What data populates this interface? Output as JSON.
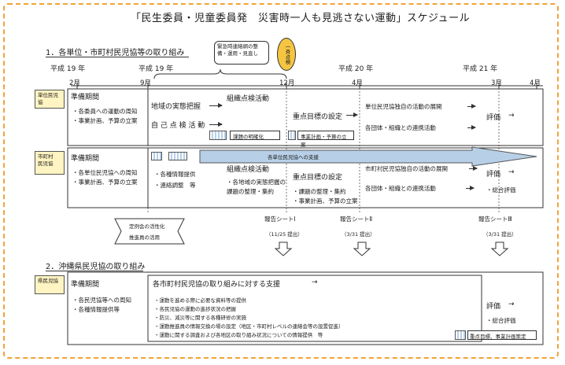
{
  "title": "「民生委員・児童委員発　災害時一人も見逃さない運動」スケジュール",
  "section1": "1．各単位・市町村民児協等の取り組み",
  "section2": "2．沖縄県民児協の取り組み",
  "years": [
    "平成 19 年",
    "平成 19 年",
    "平成 20 年",
    "平成 21 年"
  ],
  "months": [
    "2月",
    "9月",
    "12月",
    "4月",
    "3月",
    "4月"
  ],
  "callout_bubble": "緊急時連絡網の整備・運用・見直し",
  "callout_oval": "一斉点検",
  "row1": {
    "doc_label": "単位民児協",
    "prep_title": "準備期間",
    "prep_items": [
      "・各委員への運動の周知",
      "・事業計画、予算の立案"
    ],
    "left_items": [
      "地域の実態把握",
      "自 己 点 検 活 動"
    ],
    "patrol": "組織点検活動",
    "priority": "重点目標の設定",
    "clarify": "課題の明確化",
    "plan": "事業計画・予算の立案",
    "right_items": [
      "単位民児協独自の活動の展開",
      "各団体・組織との連携活動"
    ],
    "eval": "評価"
  },
  "row2": {
    "doc_labels": [
      "市町村",
      "民児協"
    ],
    "prep_title": "準備期間",
    "prep_items": [
      "・各単位民児協への周知",
      "・事業計画、予算の立案"
    ],
    "band_label": "各単位民児協への支援",
    "left_items": [
      "・各種情報提供",
      "・連絡調整　等"
    ],
    "patrol": "組織点検活動",
    "patrol_sub": [
      "・各地域の実態把握の",
      "課題の整理・集約"
    ],
    "priority": "重点目標の設定",
    "priority_sub": [
      "・課題の整理・集約",
      "・事業計画、予算の立案"
    ],
    "right_items": [
      "市町村民児協独自の活動の展開",
      "各団体・組織との連携活動"
    ],
    "eval": "評価",
    "eval_sub": "・総合評価"
  },
  "banner": [
    "定例会の活性化",
    "推進員の活用"
  ],
  "reports": [
    {
      "label": "報告シートⅠ",
      "date": "（11/25 提出）"
    },
    {
      "label": "報告シートⅡ",
      "date": "（3/31 提出）"
    },
    {
      "label": "報告シートⅢ",
      "date": "（3/31 提出）"
    }
  ],
  "row3": {
    "doc_label": "県民児協",
    "prep_title": "準備期間",
    "prep_items": [
      "・各民児協等への周知",
      "・各種情報提供等"
    ],
    "support_title": "各市町村民児協の取り組みに対する支援",
    "support_items": [
      "・運動を進める際に必要な資料等の提供",
      "・各民児協の運動の進捗状況の把握",
      "・防災、減災等に関する各種研修の実施",
      "・運動推進員の情報交換の場の設定（地区・市町村レベルの連絡会等の設置促進）",
      "・運動に関する調査および各地区の取り組み状況についての情報提供　等"
    ],
    "eval": "評価",
    "eval_sub": "・総合評価",
    "final_label": "重点目標、事業計画策定"
  },
  "arrow_glyph": "→",
  "colors": {
    "frame": "#f2a23a",
    "doc": "#fff4c2",
    "band": "#b7d0e8",
    "oval": "#f5c542"
  }
}
